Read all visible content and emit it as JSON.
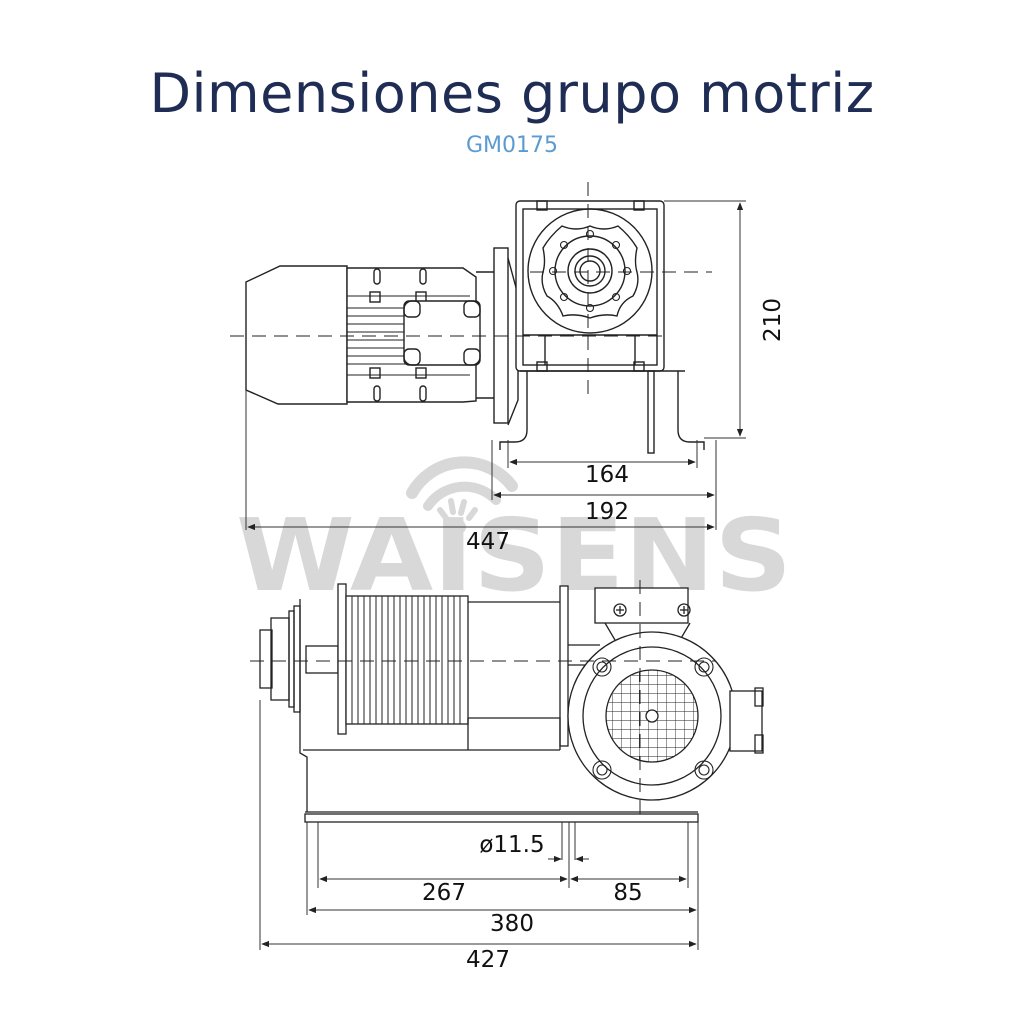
{
  "header": {
    "title": "Dimensiones grupo motriz",
    "model_code": "GM0175"
  },
  "watermark": {
    "text": "WAISENS",
    "icon": "wifi-signal-icon",
    "color": "#d8d8d8"
  },
  "colors": {
    "title": "#1f2d55",
    "model_code": "#5b9bd1",
    "line": "#222222",
    "dim_line": "#333333"
  },
  "top_view": {
    "dimensions": {
      "height": "210",
      "base_inner": "164",
      "base_outer": "192",
      "overall_length": "447"
    }
  },
  "front_view": {
    "dimensions": {
      "hole_diameter": "ø11.5",
      "hole_spacing_left": "267",
      "hole_spacing_right": "85",
      "base_length": "380",
      "overall_length": "427"
    }
  }
}
